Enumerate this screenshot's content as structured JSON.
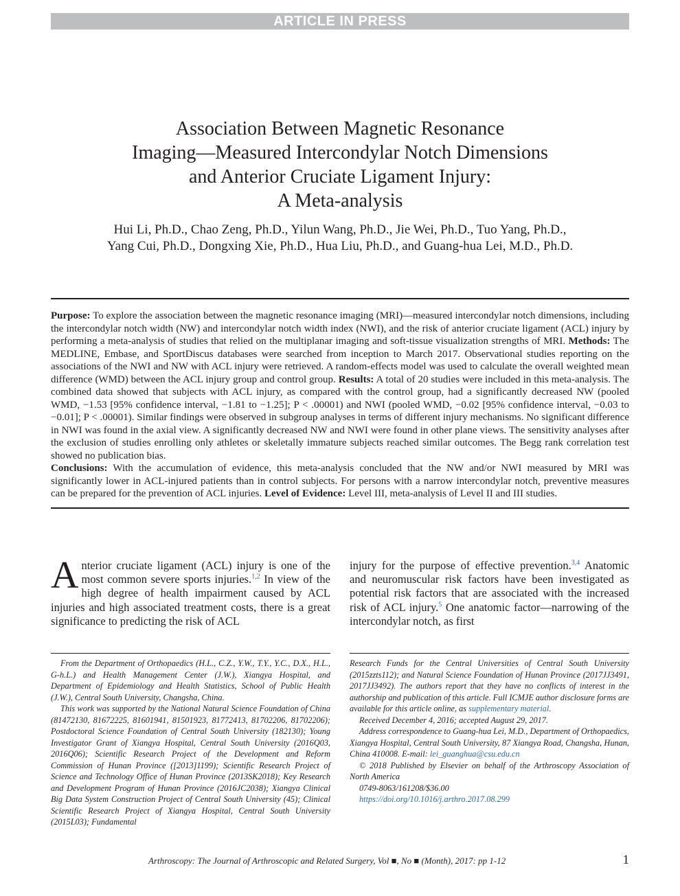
{
  "banner": "ARTICLE IN PRESS",
  "title_lines": [
    "Association Between Magnetic Resonance",
    "Imaging—Measured Intercondylar Notch Dimensions",
    "and Anterior Cruciate Ligament Injury:",
    "A Meta-analysis"
  ],
  "author_lines": [
    "Hui Li, Ph.D., Chao Zeng, Ph.D., Yilun Wang, Ph.D., Jie Wei, Ph.D., Tuo Yang, Ph.D.,",
    "Yang Cui, Ph.D., Dongxing Xie, Ph.D., Hua Liu, Ph.D., and Guang-hua Lei, M.D., Ph.D."
  ],
  "abstract": {
    "purpose_label": "Purpose:",
    "purpose_text": " To explore the association between the magnetic resonance imaging (MRI)—measured intercondylar notch dimensions, including the intercondylar notch width (NW) and intercondylar notch width index (NWI), and the risk of anterior cruciate ligament (ACL) injury by performing a meta-analysis of studies that relied on the multiplanar imaging and soft-tissue visualization strengths of MRI. ",
    "methods_label": "Methods:",
    "methods_text": " The MEDLINE, Embase, and SportDiscus databases were searched from inception to March 2017. Observational studies reporting on the associations of the NWI and NW with ACL injury were retrieved. A random-effects model was used to calculate the overall weighted mean difference (WMD) between the ACL injury group and control group. ",
    "results_label": "Results:",
    "results_text": " A total of 20 studies were included in this meta-analysis. The combined data showed that subjects with ACL injury, as compared with the control group, had a significantly decreased NW (pooled WMD, −1.53 [95% confidence interval, −1.81 to −1.25]; P < .00001) and NWI (pooled WMD, −0.02 [95% confidence interval, −0.03 to −0.01]; P < .00001). Similar findings were observed in subgroup analyses in terms of different injury mechanisms. No significant difference in NWI was found in the axial view. A significantly decreased NW and NWI were found in other plane views. The sensitivity analyses after the exclusion of studies enrolling only athletes or skeletally immature subjects reached similar outcomes. The Begg rank correlation test showed no publication bias.",
    "conclusions_label": "Conclusions:",
    "conclusions_text": " With the accumulation of evidence, this meta-analysis concluded that the NW and/or NWI measured by MRI was significantly lower in ACL-injured patients than in control subjects. For persons with a narrow intercondylar notch, preventive measures can be prepared for the prevention of ACL injuries. ",
    "level_label": "Level of Evidence:",
    "level_text": " Level III, meta-analysis of Level II and III studies."
  },
  "body": {
    "dropcap": "A",
    "left_text_1": "nterior cruciate ligament (ACL) injury is one of the most common severe sports injuries.",
    "left_ref_1": "1,2",
    "left_text_2": " In view of the high degree of health impairment caused by ACL injuries and high associated treatment costs, there is a great significance to predicting the risk of ACL",
    "right_text_1": "injury for the purpose of effective prevention.",
    "right_ref_1": "3,4",
    "right_text_2": " Anatomic and neuromuscular risk factors have been investigated as potential risk factors that are associated with the increased risk of ACL injury.",
    "right_ref_2": "5",
    "right_text_3": " One anatomic factor—narrowing of the intercondylar notch, as first"
  },
  "footnotes_left": [
    "From the Department of Orthopaedics (H.L., C.Z., Y.W., T.Y., Y.C., D.X., H.L., G-h.L.) and Health Management Center (J.W.), Xiangya Hospital, and Department of Epidemiology and Health Statistics, School of Public Health (J.W.), Central South University, Changsha, China.",
    "This work was supported by the National Natural Science Foundation of China (81472130, 81672225, 81601941, 81501923, 81772413, 81702206, 81702206); Postdoctoral Science Foundation of Central South University (182130); Young Investigator Grant of Xiangya Hospital, Central South University (2016Q03, 2016Q06); Scientific Research Project of the Development and Reform Commission of Hunan Province ([2013]1199); Scientific Research Project of Science and Technology Office of Hunan Province (2013SK2018); Key Research and Development Program of Hunan Province (2016JC2038); Xiangya Clinical Big Data System Construction Project of Central South University (45); Clinical Scientific Research Project of Xiangya Hospital, Central South University (2015L03); Fundamental"
  ],
  "footnotes_right": {
    "funding_cont": "Research Funds for the Central Universities of Central South University (2015zzts112); and Natural Science Foundation of Hunan Province (2017JJ3491, 2017JJ3492). The authors report that they have no conflicts of interest in the authorship and publication of this article. Full ICMJE author disclosure forms are available for this article online, as ",
    "supp_link": "supplementary material",
    "supp_end": ".",
    "received": "Received December 4, 2016; accepted August 29, 2017.",
    "address": "Address correspondence to Guang-hua Lei, M.D., Department of Orthopaedics, Xiangya Hospital, Central South University, 87 Xiangya Road, Changsha, Hunan, China 410008. E-mail: ",
    "email": "lei_guanghua@csu.edu.cn",
    "copyright": "© 2018 Published by Elsevier on behalf of the Arthroscopy Association of North America",
    "issn": "0749-8063/161208/$36.00",
    "doi": "https://doi.org/10.1016/j.arthro.2017.08.299"
  },
  "footer": {
    "journal": "Arthroscopy: The Journal of Arthroscopic and Related Surgery, Vol ■, No ■ (Month), 2017: pp 1-12",
    "page": "1"
  }
}
